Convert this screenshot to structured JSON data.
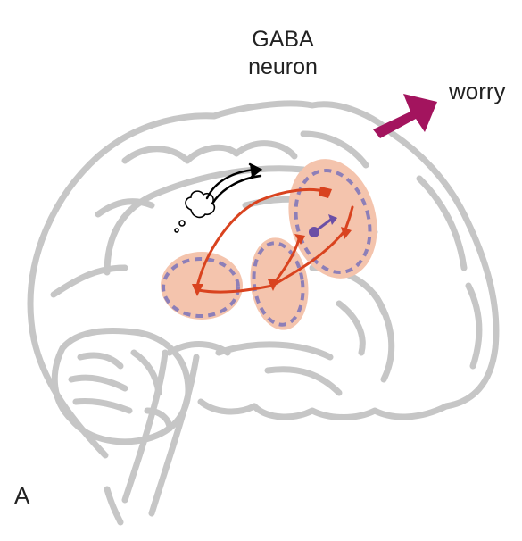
{
  "labels": {
    "title_line1": "GABA",
    "title_line2": "neuron",
    "output": "worry",
    "panel": "A"
  },
  "colors": {
    "brain_outline": "#c6c6c6",
    "region_fill": "#f4c4ad",
    "region_border": "#8d7fb8",
    "neuron": "#d9431f",
    "gaba_neuron": "#6b4fa6",
    "arrow": "#a3145e",
    "thought_arrow": "#000000"
  },
  "icons": [
    "brain-outline-icon",
    "thought-cloud-icon",
    "output-arrow-icon"
  ]
}
